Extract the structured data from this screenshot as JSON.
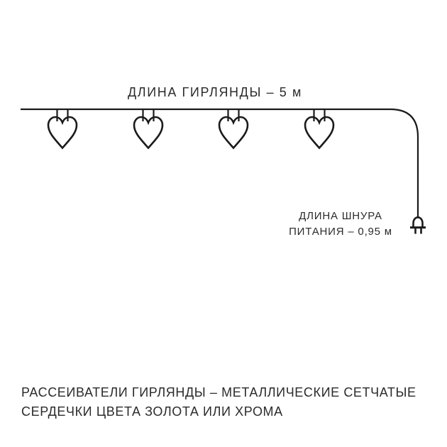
{
  "page": {
    "background_color": "#ffffff",
    "line_color": "#1a1a1a",
    "text_color": "#2b2b2b"
  },
  "diagram": {
    "garland_length_label": "ДЛИНА ГИРЛЯНДЫ – 5 м",
    "power_cord_label": "ДЛИНА ШНУРА\nПИТАНИЯ – 0,95 м",
    "hearts_count": 4,
    "heart_icon": "heart-outline-icon",
    "plug_icon": "power-plug-icon"
  },
  "footer": {
    "description": "РАССЕИВАТЕЛИ ГИРЛЯНДЫ – МЕТАЛЛИЧЕСКИЕ СЕТЧАТЫЕ\nСЕРДЕЧКИ ЦВЕТА ЗОЛОТА ИЛИ ХРОМА"
  }
}
